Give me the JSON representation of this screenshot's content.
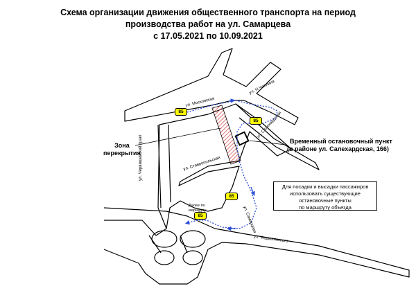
{
  "title": {
    "line1": "Схема организации движения общественного транспорта на период",
    "line2": "производства работ на ул. Самарцева",
    "line3": "с 17.05.2021 по 10.09.2021"
  },
  "labels": {
    "zone": "Зона\nперекрытия",
    "stop_line1": "Временный остановочный пункт",
    "stop_line2": "(в районе ул. Салехардская, 166)",
    "note": "Для посадки и высадки пассажиров\nиспользовать существующие\nостановочные пункты\nпо маршруту объезда",
    "further": "Далее по\nмаршруту"
  },
  "streets": {
    "moskovskaya": "ул. Московская",
    "n_chasova": "ул. Н.Чаплина",
    "salekhardskaya": "ул. Салехардская",
    "chervishevsky": "ул. Червишевский тракт",
    "stavropolskaya": "ул. Ставропольская",
    "samartseva": "ул. Самарцева",
    "fedyuninskogo": "ул. Федюнинского"
  },
  "route_number": "85",
  "colors": {
    "route": "#2f4fd8",
    "hatch": "#d23b3b",
    "badge": "#ffff00"
  }
}
